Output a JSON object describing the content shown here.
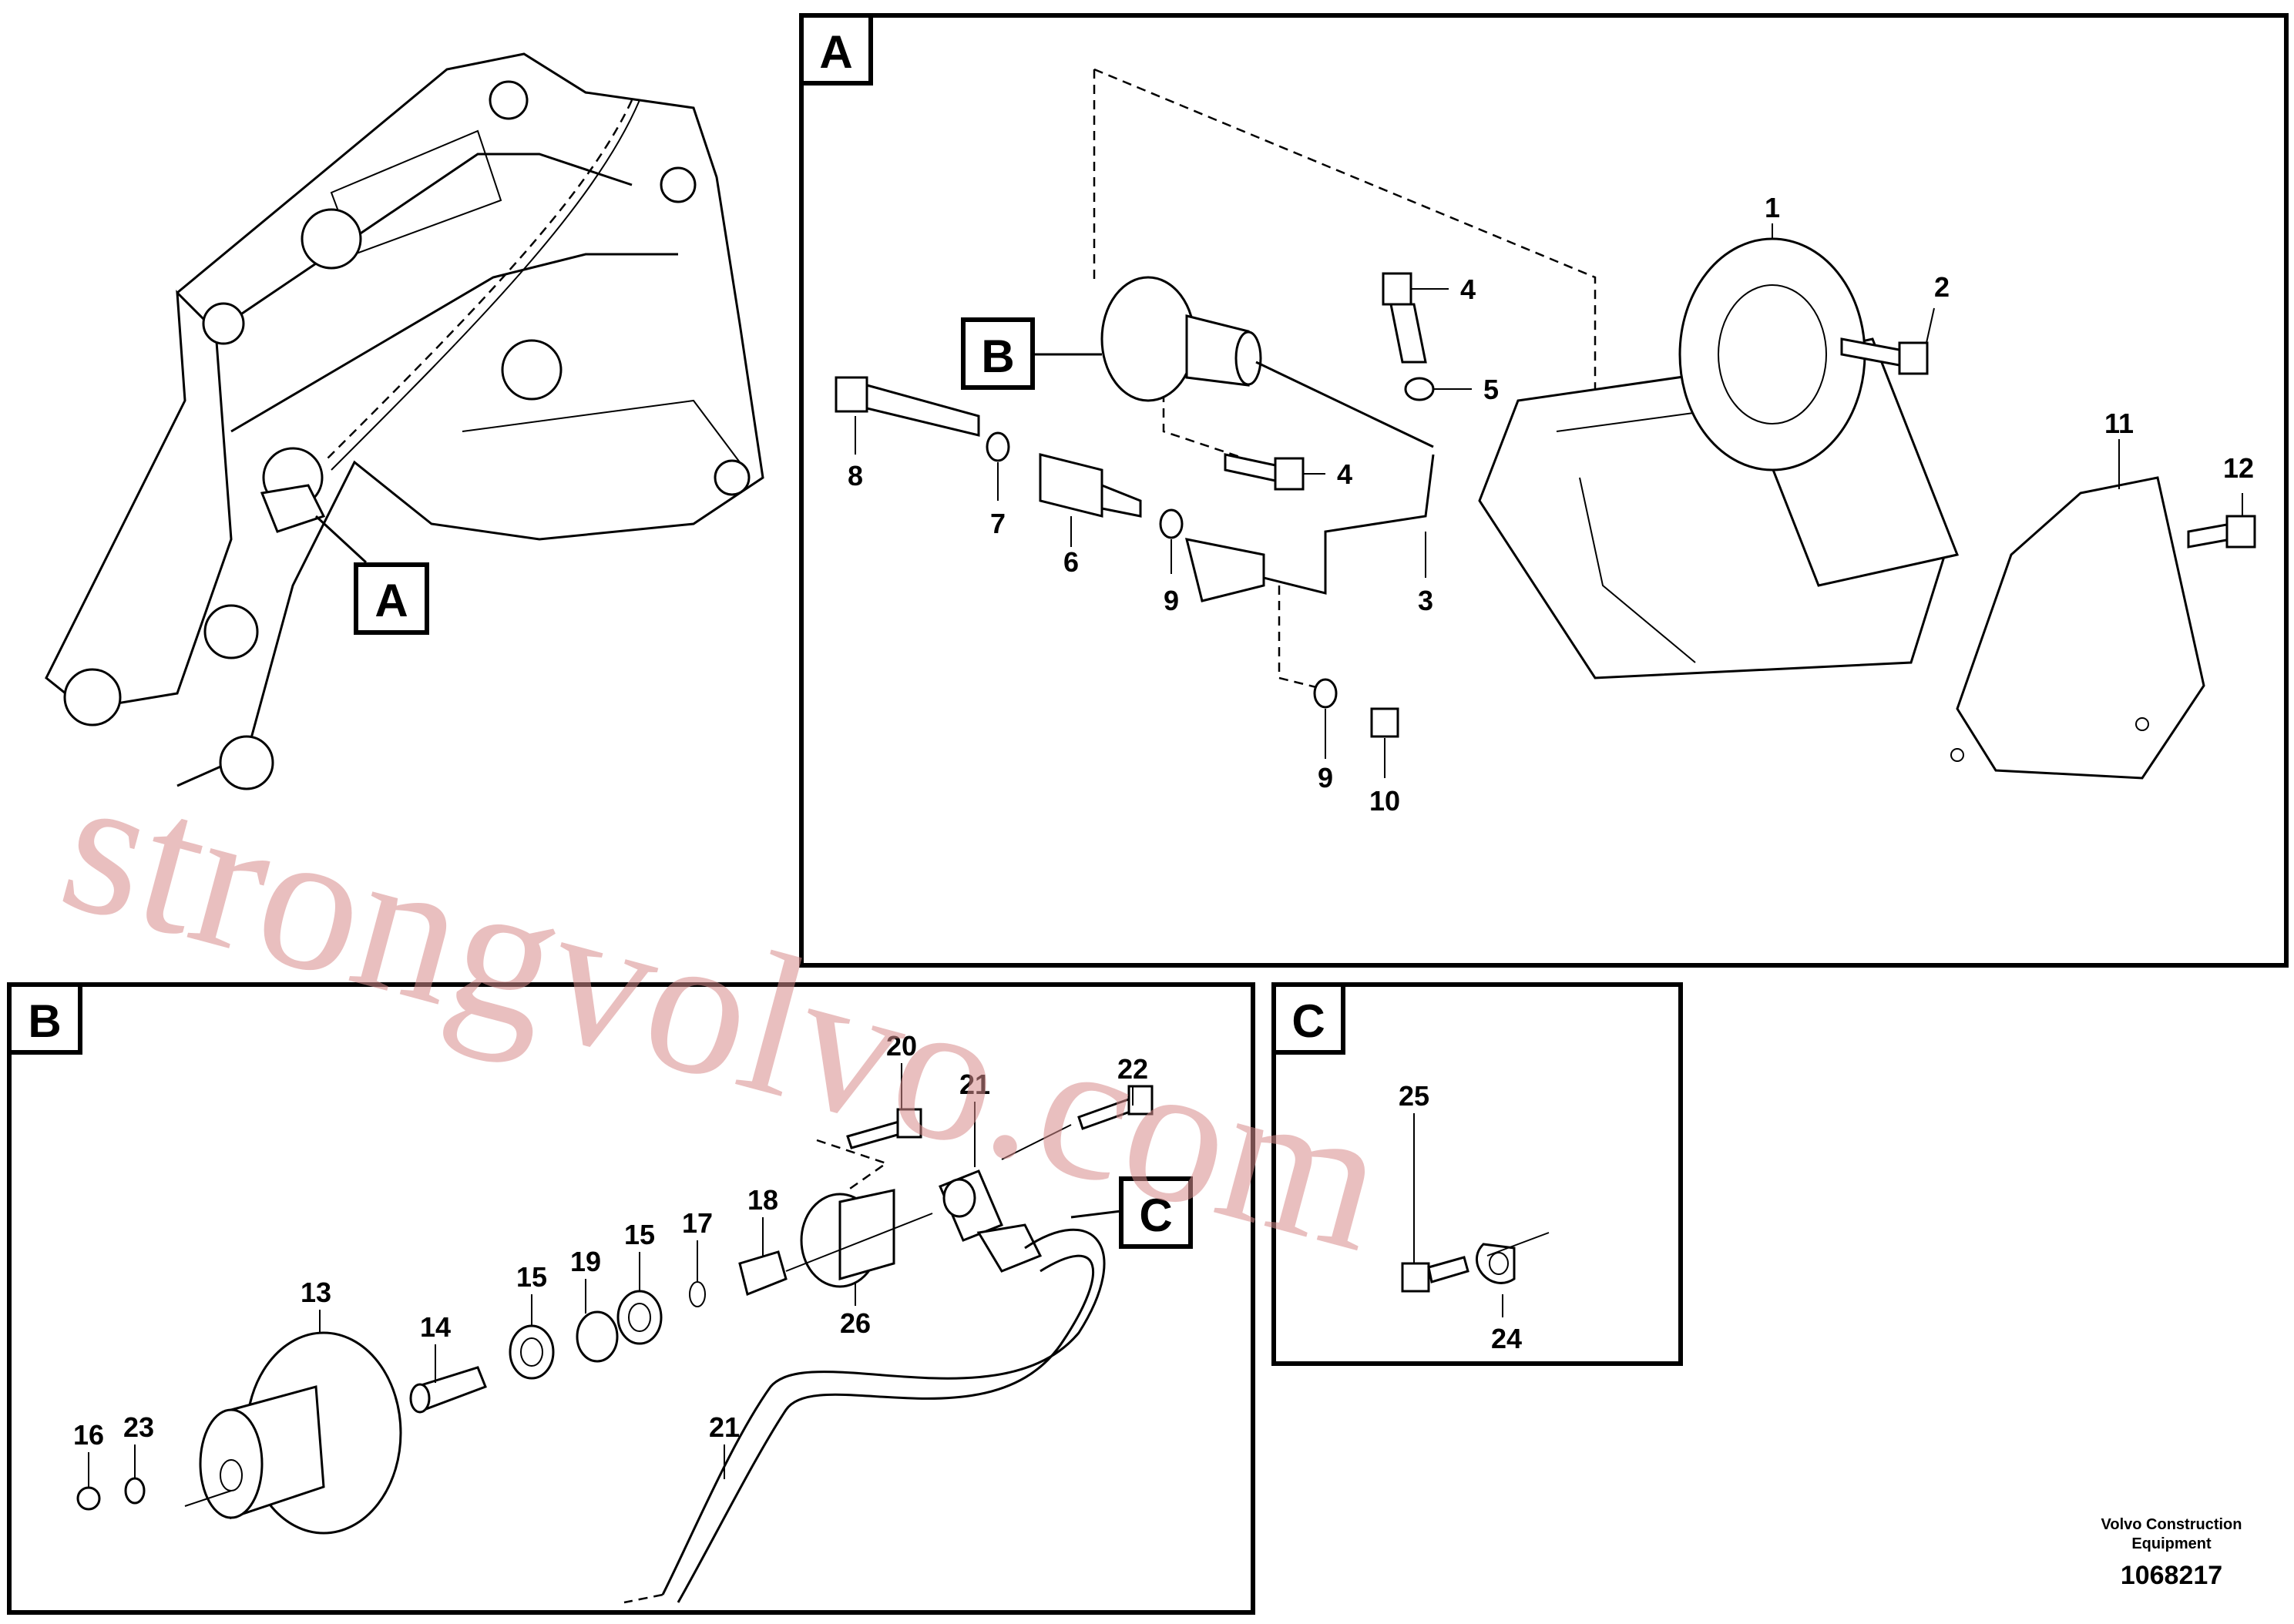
{
  "views": {
    "A": {
      "label": "A",
      "callouts": [
        "1",
        "2",
        "3",
        "4",
        "4",
        "5",
        "6",
        "7",
        "8",
        "9",
        "9",
        "10",
        "11",
        "12"
      ],
      "sub_tag": "B"
    },
    "B": {
      "label": "B",
      "callouts": [
        "13",
        "14",
        "15",
        "15",
        "16",
        "17",
        "18",
        "19",
        "20",
        "21",
        "21",
        "22",
        "23",
        "26"
      ],
      "sub_tag": "C"
    },
    "C": {
      "label": "C",
      "callouts": [
        "25",
        "24"
      ]
    }
  },
  "overview": {
    "tag": "A"
  },
  "watermark": "strongvolvo.com",
  "footer": {
    "brand_line1": "Volvo Construction",
    "brand_line2": "Equipment",
    "doc_number": "1068217"
  }
}
